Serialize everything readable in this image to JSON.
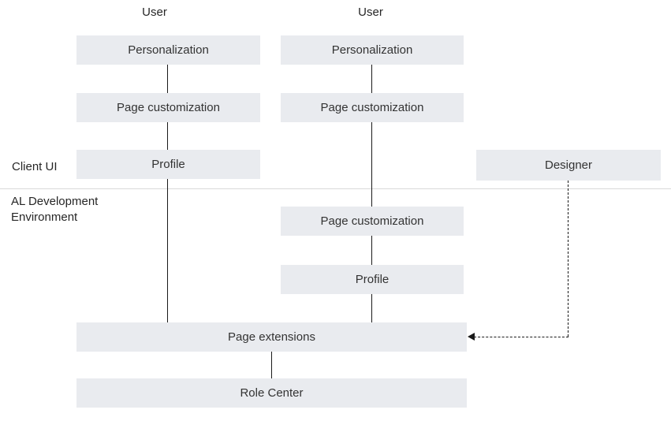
{
  "colors": {
    "box_fill": "#e9ebef",
    "text": "#333333",
    "connector": "#1a1a1a",
    "divider": "#d9d9d9"
  },
  "labels": {
    "user_left": "User",
    "user_middle": "User",
    "client_ui": "Client UI",
    "al_dev_environment": "AL Development Environment"
  },
  "boxes": {
    "personalization_left": "Personalization",
    "page_customization_left": "Page customization",
    "profile_left": "Profile",
    "personalization_middle": "Personalization",
    "page_customization_middle_client": "Page customization",
    "page_customization_middle_al": "Page customization",
    "profile_middle": "Profile",
    "designer": "Designer",
    "page_extensions": "Page extensions",
    "role_center": "Role Center"
  }
}
